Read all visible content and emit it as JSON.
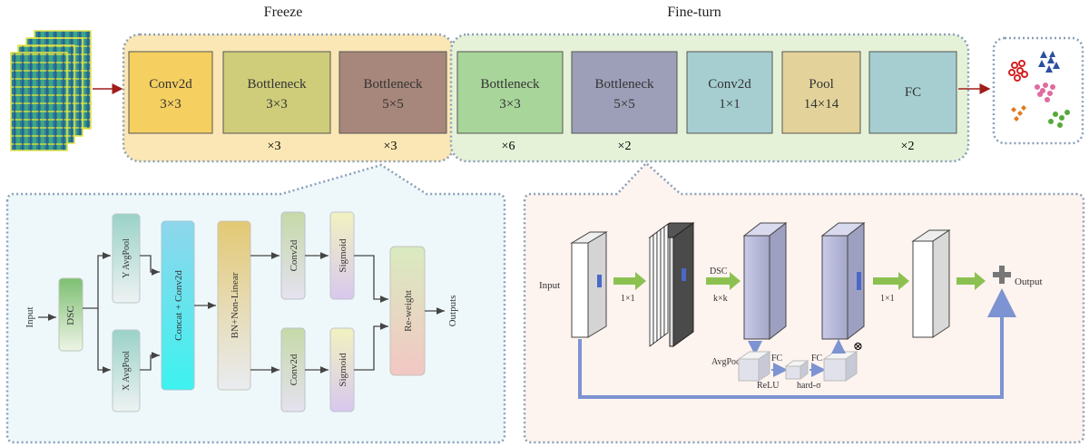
{
  "stages": {
    "freeze_label": "Freeze",
    "finetune_label": "Fine-turn"
  },
  "blocks": [
    {
      "id": "conv2d-a",
      "line1": "Conv2d",
      "line2": "3×3",
      "color": "#f5d060"
    },
    {
      "id": "bottleneck-a",
      "line1": "Bottleneck",
      "line2": "3×3",
      "color": "#cfcd7a"
    },
    {
      "id": "bottleneck-b",
      "line1": "Bottleneck",
      "line2": "5×5",
      "color": "#a7877b"
    },
    {
      "id": "bottleneck-c",
      "line1": "Bottleneck",
      "line2": "3×3",
      "color": "#a8d59a"
    },
    {
      "id": "bottleneck-d",
      "line1": "Bottleneck",
      "line2": "5×5",
      "color": "#9d9fb8"
    },
    {
      "id": "conv2d-b",
      "line1": "Conv2d",
      "line2": "1×1",
      "color": "#a6ced1"
    },
    {
      "id": "pool",
      "line1": "Pool",
      "line2": "14×14",
      "color": "#e3d39b"
    },
    {
      "id": "fc",
      "line1": "FC",
      "line2": "",
      "color": "#a6ced1"
    }
  ],
  "multipliers": [
    "×3",
    "×3",
    "×6",
    "×2",
    "×2"
  ],
  "left_detail": {
    "input": "Input",
    "dsc": "DSC",
    "y_avgpool": "Y AvgPool",
    "x_avgpool": "X AvgPool",
    "concat": "Concat + Conv2d",
    "bn": "BN+Non-Linear",
    "conv_top": "Conv2d",
    "conv_bottom": "Conv2d",
    "sigmoid_top": "Sigmoid",
    "sigmoid_bottom": "Sigmoid",
    "reweight": "Re-weight",
    "outputs": "Outputs"
  },
  "right_detail": {
    "input": "Input",
    "conv1": "1×1",
    "dsc": "DSC",
    "kxk": "k×k",
    "conv2": "1×1",
    "output": "Output",
    "avgpool": "AvgPool",
    "fc1": "FC",
    "relu": "ReLU",
    "fc2": "FC",
    "hard_sigma": "hard-σ",
    "multiply_symbol": "⊗"
  },
  "colors": {
    "freeze_bg": "#fbe7b5",
    "finetune_bg": "#e6f2d8",
    "left_detail_bg": "#eef8fb",
    "right_detail_bg": "#fdf3ef",
    "arrow_red": "#a01c1c",
    "arrow_green": "#8cc152",
    "skip_blue": "#7d93d2"
  }
}
